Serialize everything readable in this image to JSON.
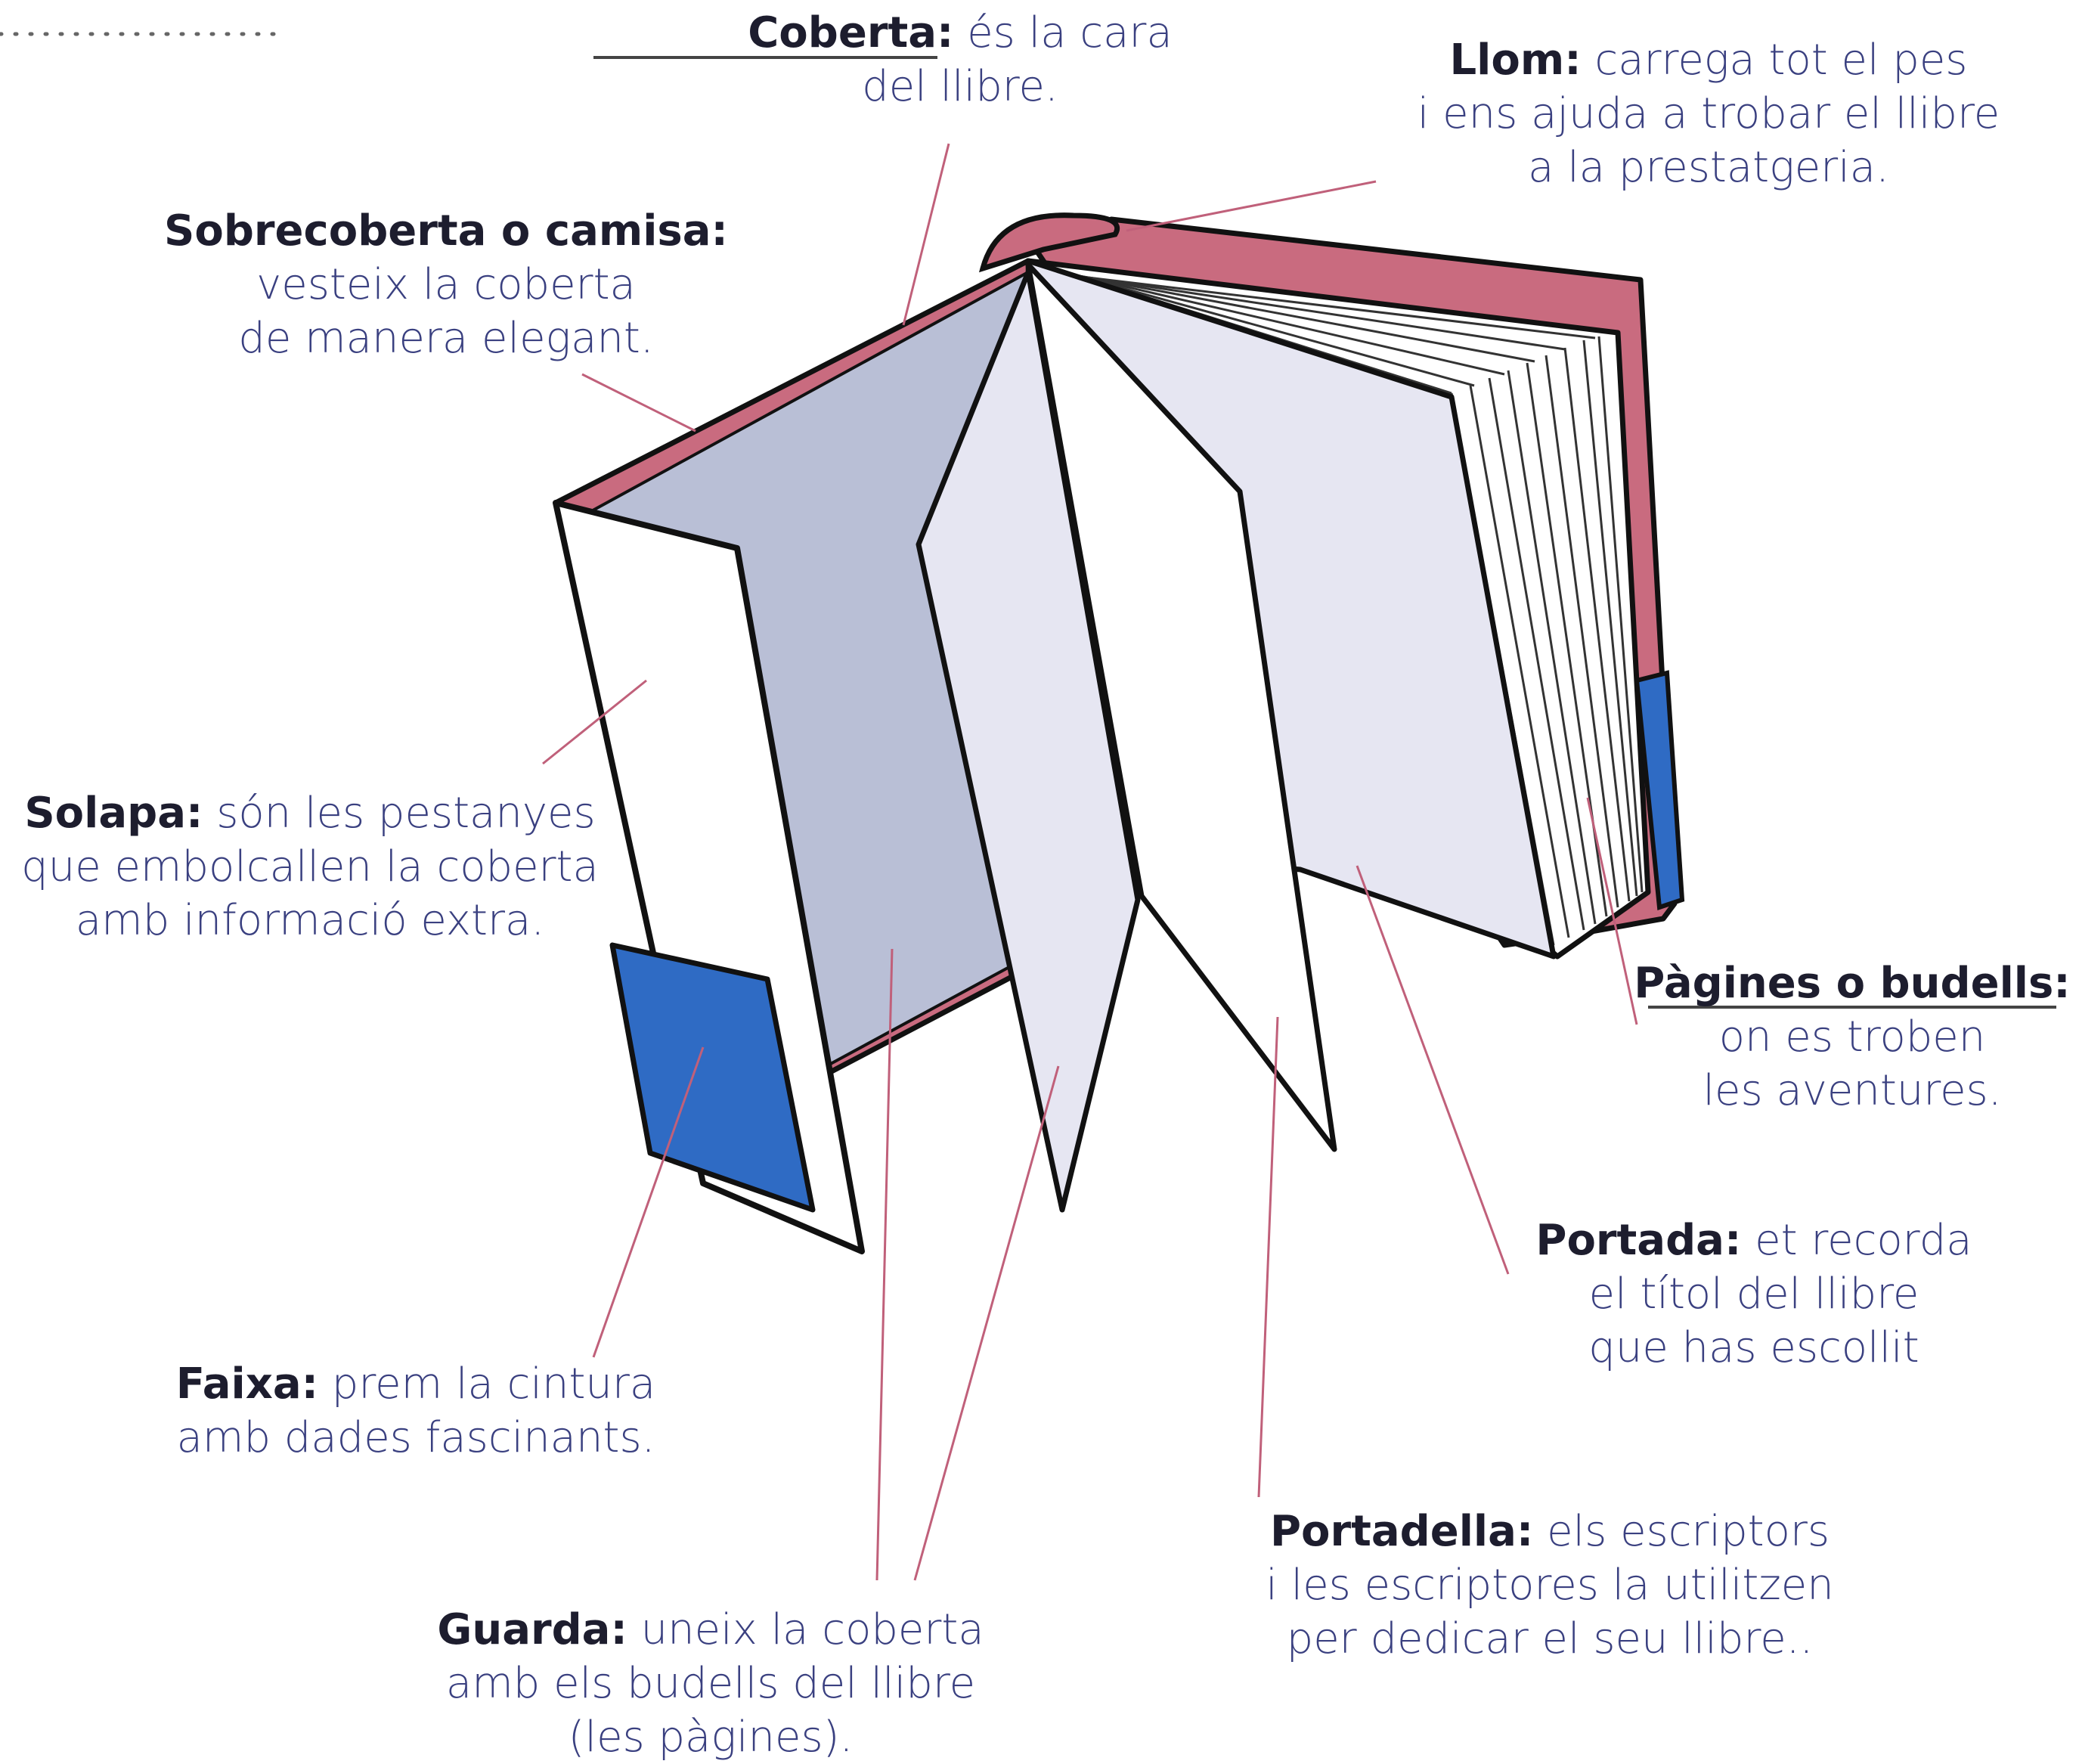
{
  "labels": {
    "coberta": {
      "term": "Coberta:",
      "line1": " és la cara",
      "line2": "del llibre."
    },
    "llom": {
      "term": "Llom:",
      "line1": " carrega tot el pes",
      "line2": "i ens ajuda a trobar el llibre",
      "line3": "a la prestatgeria."
    },
    "sobrecoberta": {
      "term": "Sobrecoberta o camisa:",
      "line1": "vesteix la coberta",
      "line2": "de manera elegant."
    },
    "solapa": {
      "term": "Solapa:",
      "line1": " són les pestanyes",
      "line2": "que embolcallen la coberta",
      "line3": "amb informació extra."
    },
    "pagines": {
      "term": "Pàgines o budells:",
      "line1": "on es troben",
      "line2": "les aventures."
    },
    "portada": {
      "term": "Portada:",
      "line1": " et recorda",
      "line2": "el títol del llibre",
      "line3": "que has escollit"
    },
    "faixa": {
      "term": "Faixa:",
      "line1": " prem la cintura",
      "line2": "amb dades fascinants."
    },
    "portadella": {
      "term": "Portadella:",
      "line1": " els escriptors",
      "line2": "i les escriptores la utilitzen",
      "line3": "per dedicar el seu llibre.."
    },
    "guarda": {
      "term": "Guarda:",
      "line1": " uneix la coberta",
      "line2": "amb els budells del llibre",
      "line3": "(les pàgines)."
    }
  },
  "colors": {
    "cover_pink": "#c96b7f",
    "endpaper": "#b9bfd6",
    "page_light": "#e6e6f2",
    "band_blue": "#2f6bc4",
    "leader": "#c0607a",
    "outline": "#111111"
  }
}
